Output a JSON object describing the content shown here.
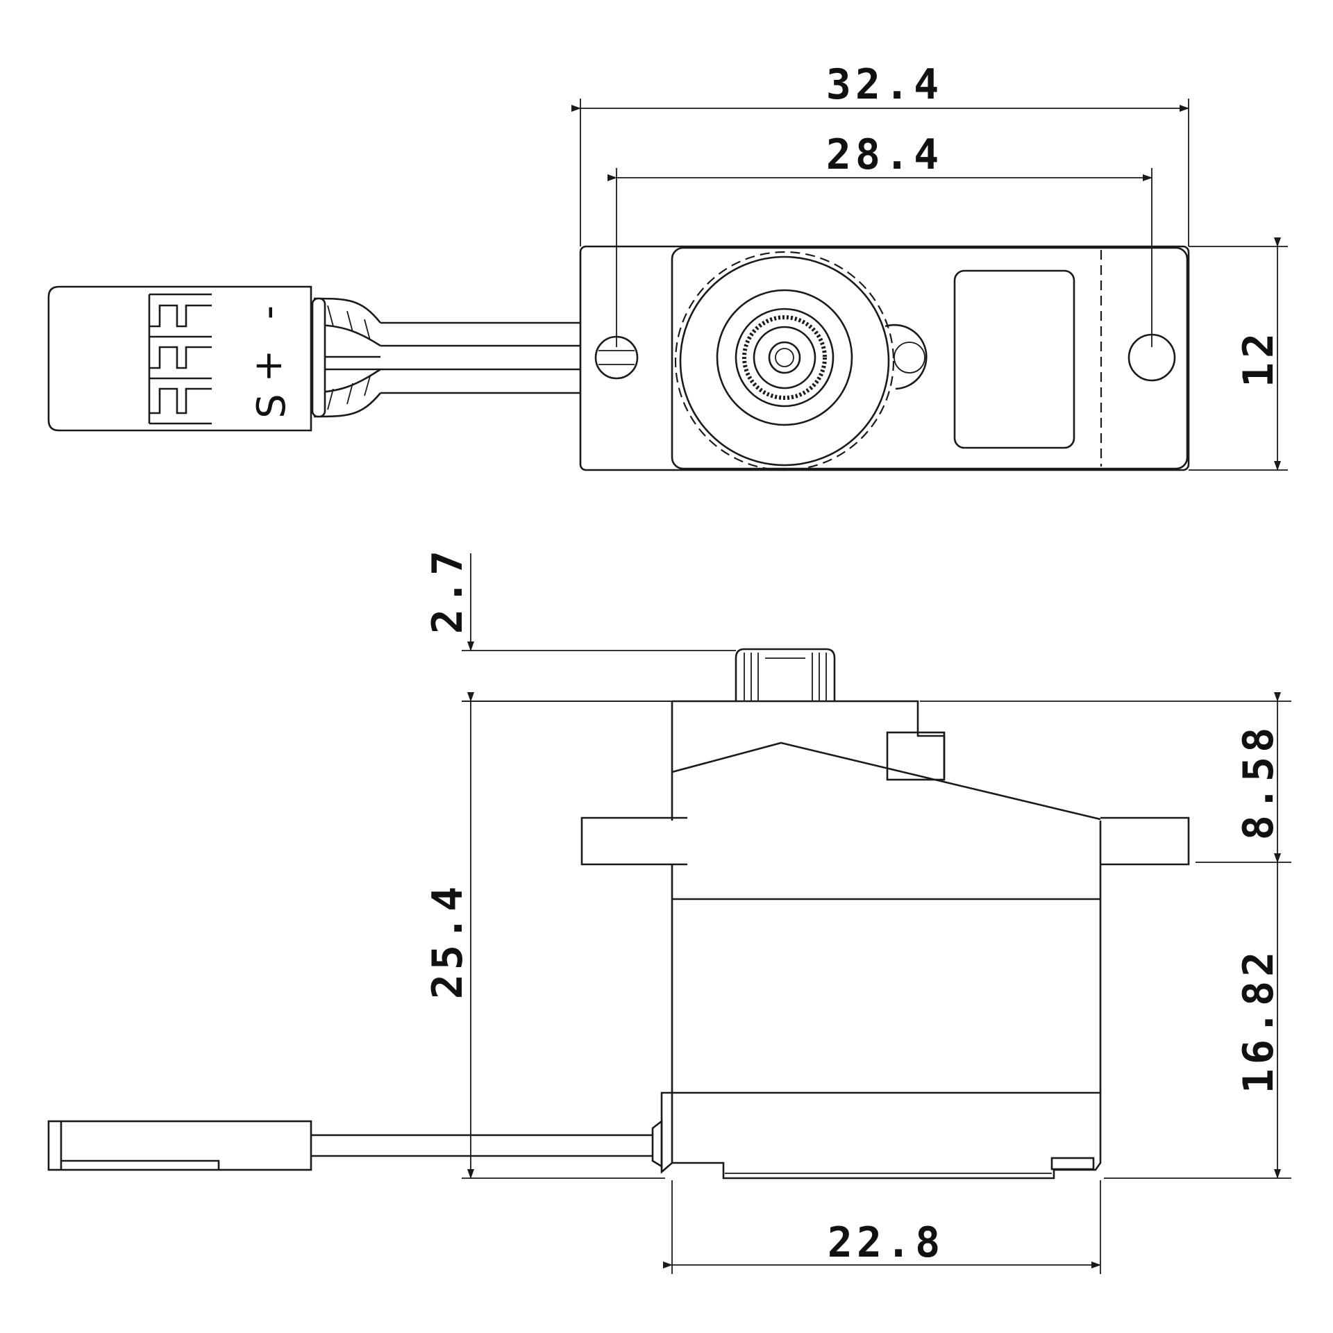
{
  "dimensions": {
    "overall_width": "32.4",
    "mount_hole_spacing": "28.4",
    "depth": "12",
    "spline_height": "2.7",
    "total_height": "25.4",
    "upper_height": "8.58",
    "lower_height": "16.82",
    "body_width": "22.8"
  },
  "connector_pins": {
    "negative": "-",
    "positive": "+",
    "signal": "S"
  }
}
